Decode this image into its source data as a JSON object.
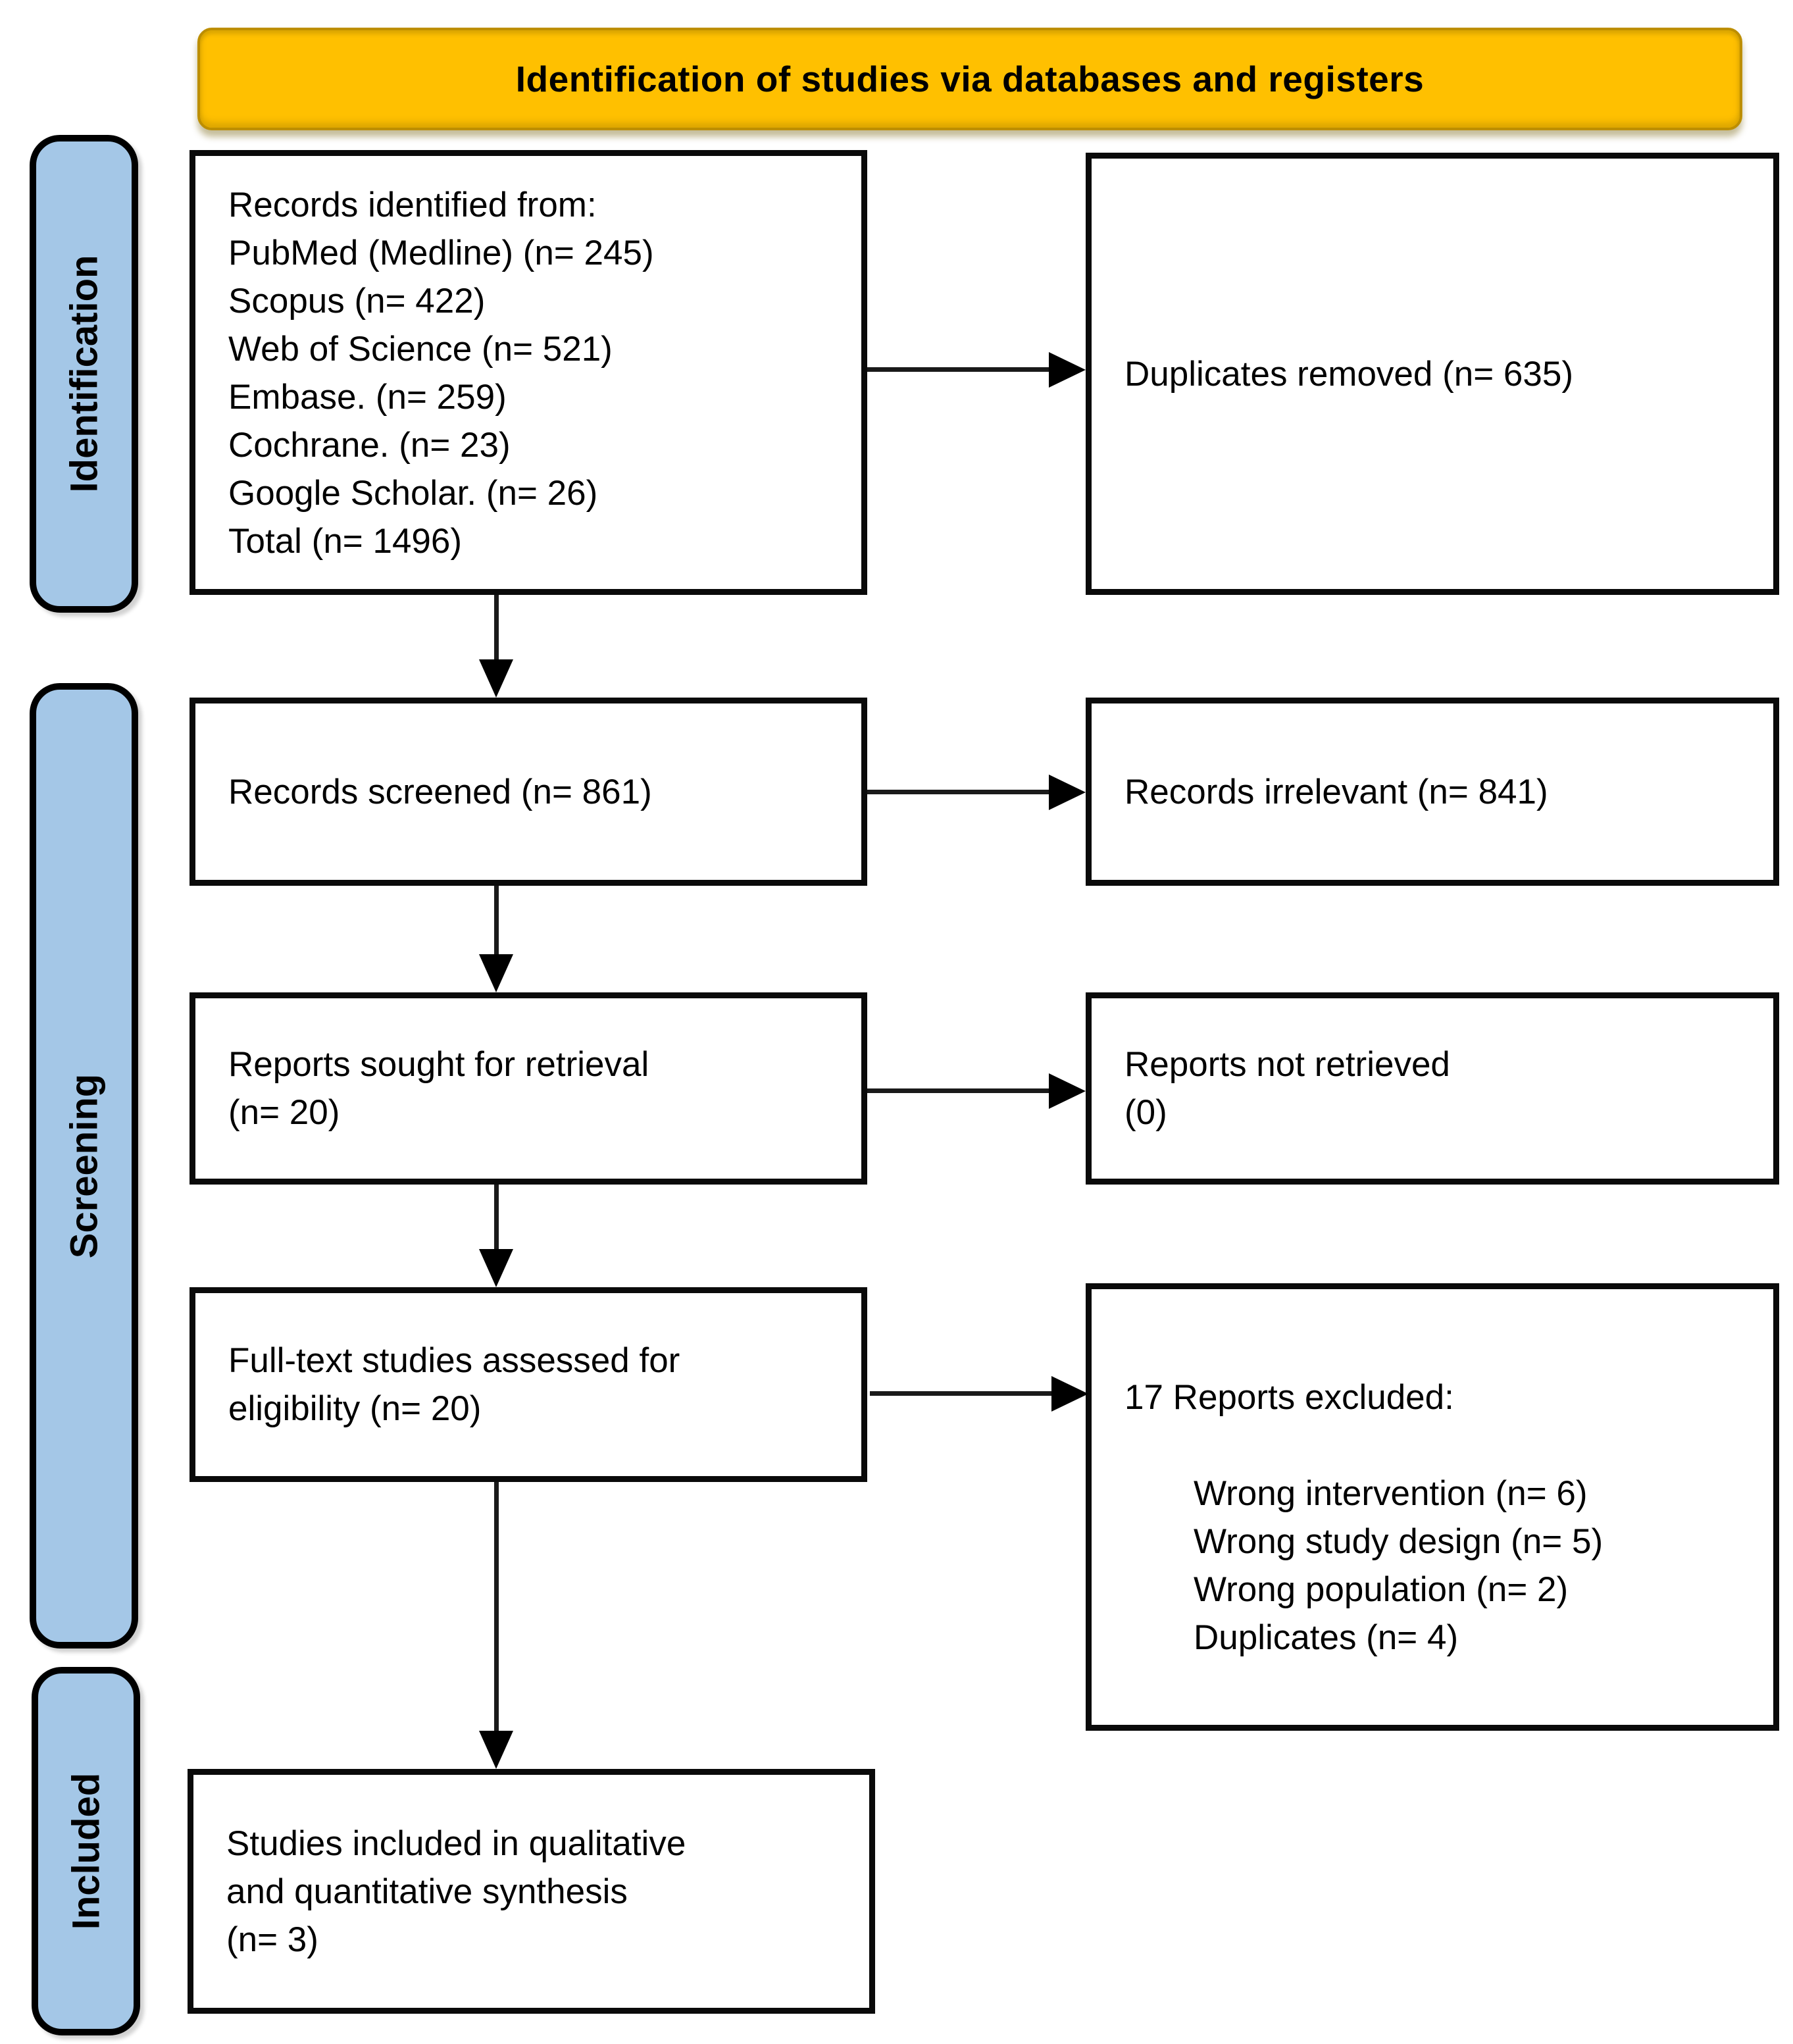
{
  "diagram": {
    "title": "Identification of studies via databases and registers",
    "stages": [
      {
        "label": "Identification"
      },
      {
        "label": "Screening"
      },
      {
        "label": "Included"
      }
    ],
    "boxes": {
      "records_identified": {
        "lines": [
          "Records identified from:",
          "PubMed (Medline) (n= 245)",
          "Scopus (n= 422)",
          "Web of Science (n= 521)",
          "Embase. (n= 259)",
          "Cochrane. (n= 23)",
          "Google Scholar. (n= 26)",
          "Total (n= 1496)"
        ]
      },
      "duplicates_removed": {
        "lines": [
          "Duplicates removed (n= 635)"
        ]
      },
      "records_screened": {
        "lines": [
          "Records screened (n= 861)"
        ]
      },
      "records_irrelevant": {
        "lines": [
          "Records irrelevant (n= 841)"
        ]
      },
      "reports_sought": {
        "lines": [
          "Reports sought for retrieval",
          "(n= 20)"
        ]
      },
      "reports_not_retrieved": {
        "lines": [
          "Reports not retrieved",
          "(0)"
        ]
      },
      "fulltext_assessed": {
        "lines": [
          "Full-text studies assessed for",
          "eligibility (n= 20)"
        ]
      },
      "reports_excluded": {
        "heading": "17 Reports excluded:",
        "items": [
          "Wrong intervention (n= 6)",
          "Wrong study design (n= 5)",
          "Wrong population (n= 2)",
          "Duplicates (n= 4)"
        ]
      },
      "studies_included": {
        "lines": [
          "Studies included in qualitative",
          "and quantitative synthesis",
          "(n= 3)"
        ]
      }
    },
    "colors": {
      "banner_fill": "#FFC000",
      "banner_border": "#BD8E00",
      "stage_fill": "#A4C7E7",
      "box_border": "#0A0A0A"
    }
  }
}
